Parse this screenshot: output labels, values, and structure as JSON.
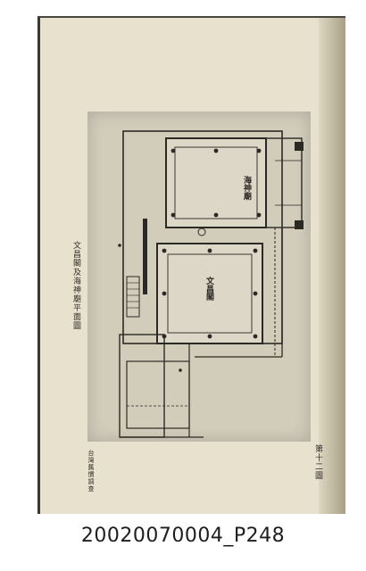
{
  "page": {
    "caption": "文昌閣及海神廟平面圖",
    "plate_number": "第十二圖",
    "publisher": "台灣舊慣調查",
    "identifier": "20020070004_P248"
  },
  "floor_plan": {
    "halls": [
      {
        "name": "海神廟"
      },
      {
        "name": "文昌閣"
      }
    ]
  }
}
